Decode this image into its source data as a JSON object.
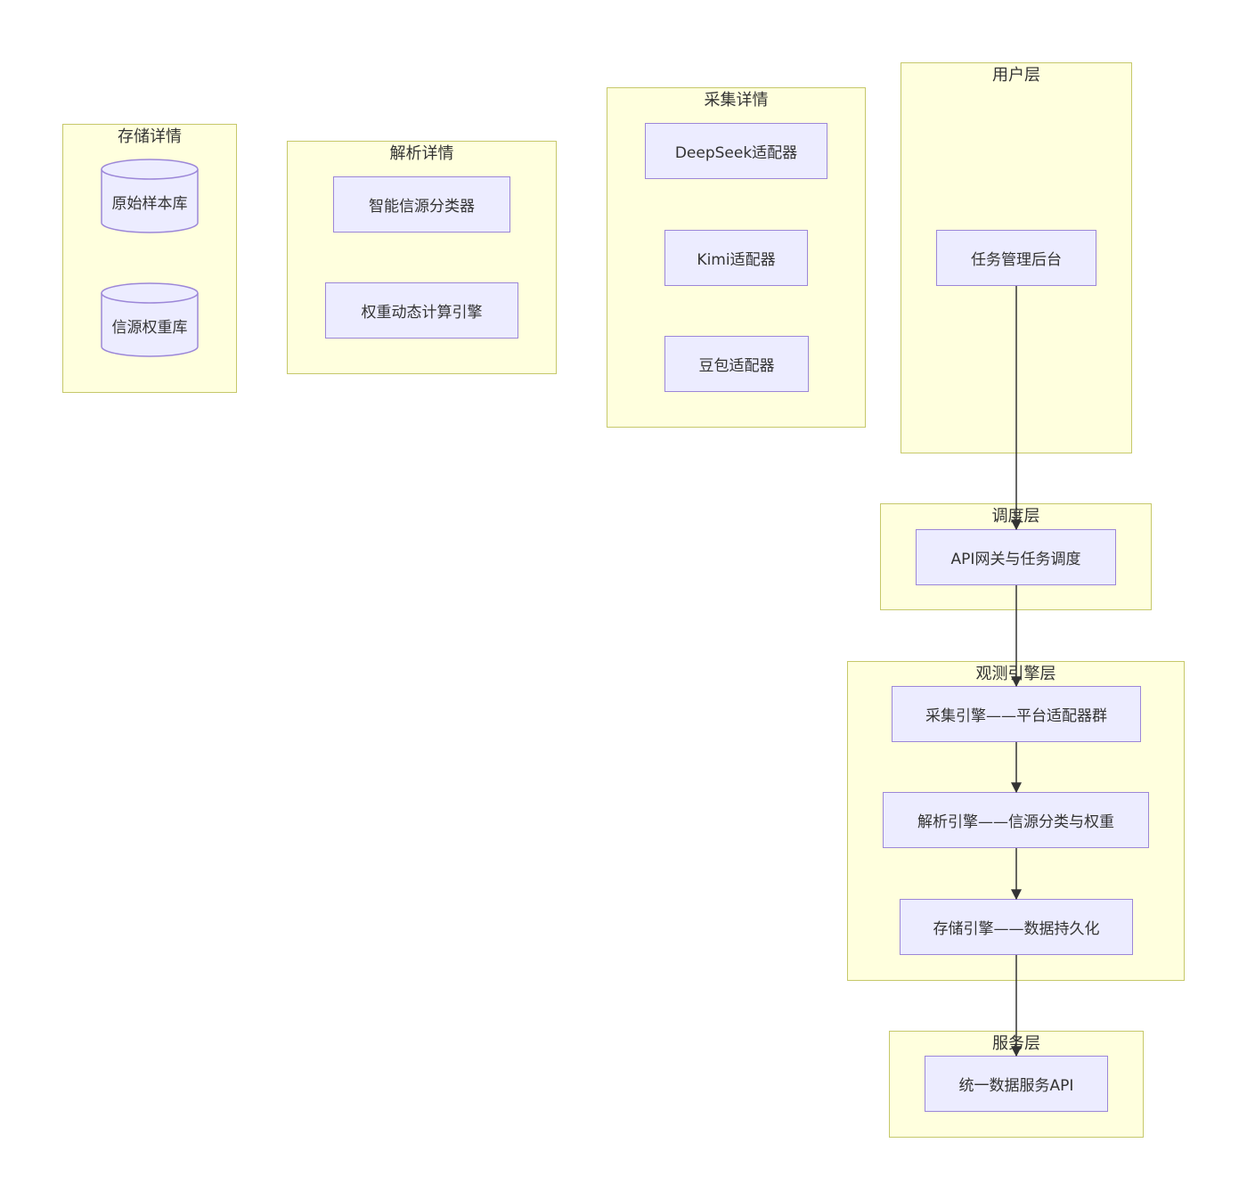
{
  "clusters": {
    "storage_detail": "存储详情",
    "parse_detail": "解析详情",
    "collect_detail": "采集详情",
    "user_layer": "用户层",
    "schedule_layer": "调度层",
    "engine_layer": "观测引擎层",
    "service_layer": "服务层"
  },
  "nodes": {
    "raw_sample_db": "原始样本库",
    "source_weight_db": "信源权重库",
    "classifier": "智能信源分类器",
    "weight_engine": "权重动态计算引擎",
    "deepseek_adapter": "DeepSeek适配器",
    "kimi_adapter": "Kimi适配器",
    "doubao_adapter": "豆包适配器",
    "task_admin": "任务管理后台",
    "api_gateway": "API网关与任务调度",
    "collect_engine": "采集引擎——平台适配器群",
    "parse_engine": "解析引擎——信源分类与权重",
    "storage_engine": "存储引擎——数据持久化",
    "unified_api": "统一数据服务API"
  },
  "edges": [
    {
      "from": "task_admin",
      "to": "api_gateway"
    },
    {
      "from": "api_gateway",
      "to": "collect_engine"
    },
    {
      "from": "collect_engine",
      "to": "parse_engine"
    },
    {
      "from": "parse_engine",
      "to": "storage_engine"
    },
    {
      "from": "storage_engine",
      "to": "unified_api"
    }
  ],
  "colors": {
    "cluster_fill": "#ffffde",
    "cluster_border": "#c6c86a",
    "node_fill": "#ececff",
    "node_border": "#9c87d8",
    "edge": "#333333"
  }
}
